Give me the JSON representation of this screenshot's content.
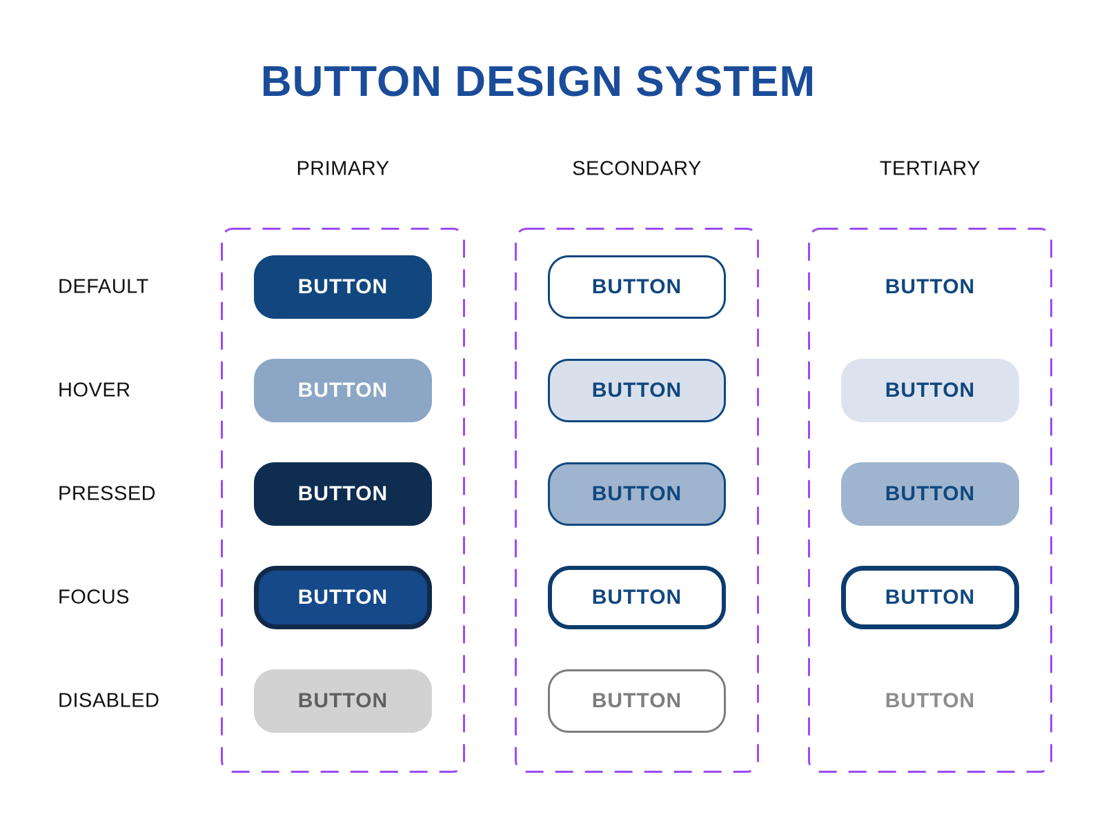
{
  "title": "BUTTON DESIGN SYSTEM",
  "button_label": "BUTTON",
  "columns": [
    {
      "id": "primary",
      "label": "PRIMARY"
    },
    {
      "id": "secondary",
      "label": "SECONDARY"
    },
    {
      "id": "tertiary",
      "label": "TERTIARY"
    }
  ],
  "rows": [
    {
      "id": "default",
      "label": "DEFAULT"
    },
    {
      "id": "hover",
      "label": "HOVER"
    },
    {
      "id": "pressed",
      "label": "PRESSED"
    },
    {
      "id": "focus",
      "label": "FOCUS"
    },
    {
      "id": "disabled",
      "label": "DISABLED"
    }
  ],
  "colors": {
    "title_blue": "#1A4C99",
    "navy": "#11477E",
    "pressed_navy": "#0E2D50",
    "hover_blue": "#8CA6C5",
    "focus_blue": "#15498A",
    "focus_ring": "#12294B",
    "focus_border": "#0D3C6E",
    "secondary_hover_bg": "#D8E0EC",
    "secondary_pressed_bg": "#9FB4CE",
    "tertiary_hover_bg": "#DCE3EF",
    "tertiary_pressed_bg": "#9FB5CF",
    "disabled_bg": "#D2D2D2",
    "disabled_text": "#5F5F5F",
    "disabled_gray": "#7D7D7D",
    "tertiary_disabled_text": "#8D8D8D",
    "purple": "#9B4BF5",
    "label_black": "#111111"
  }
}
